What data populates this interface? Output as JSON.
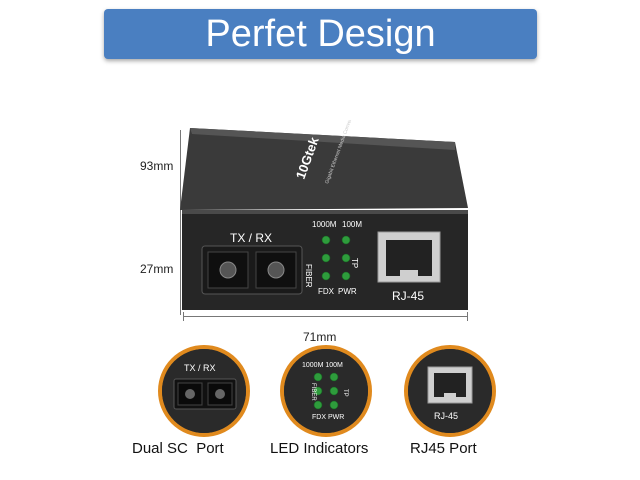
{
  "banner": {
    "title": "Perfet Design"
  },
  "dimensions": {
    "depth": "93mm",
    "height": "27mm",
    "width": "71mm"
  },
  "device": {
    "brand": "10Gtek",
    "subtitle": "Gigabit Ethernet Media Converter",
    "port_label": "TX / RX",
    "led_top_left": "1000M",
    "led_top_right": "100M",
    "led_side_left": "FIBER",
    "led_side_right": "TP",
    "led_bottom_left": "FDX",
    "led_bottom_right": "PWR",
    "rj45_label": "RJ-45"
  },
  "details": [
    {
      "caption": "Dual SC  Port",
      "label": "TX / RX"
    },
    {
      "caption": "LED Indicators",
      "label": "1000M 100M"
    },
    {
      "caption": "RJ45 Port",
      "label": "RJ-45"
    }
  ],
  "detail_led": {
    "bottom": "FDX PWR",
    "side_left": "FIBER",
    "side_right": "TP"
  },
  "colors": {
    "banner": "#4a7fc1",
    "accent_ring": "#e08a1e",
    "led": "#2e9c3c",
    "device_body": "#2b2b2b"
  }
}
